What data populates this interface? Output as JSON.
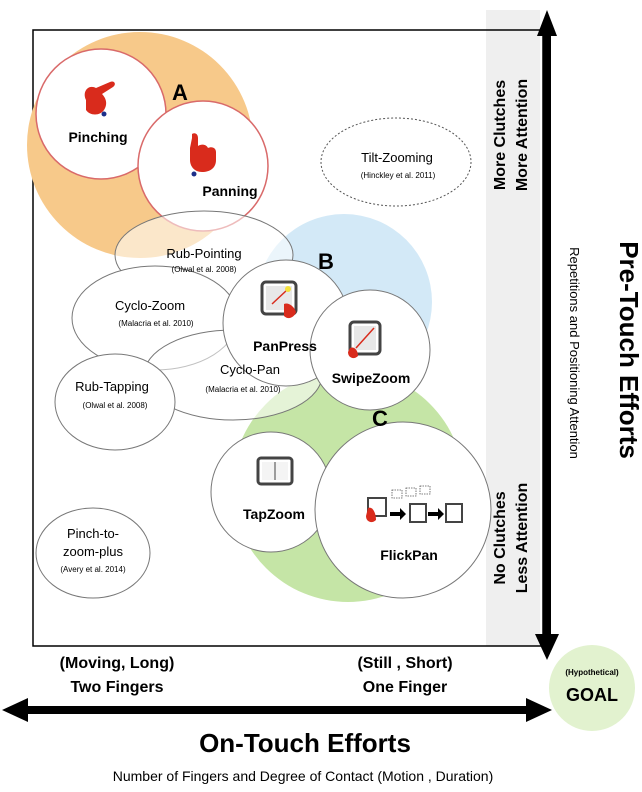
{
  "regions": {
    "A": "A",
    "B": "B",
    "C": "C"
  },
  "techniques": {
    "pinching": "Pinching",
    "panning": "Panning",
    "tilt_zooming": {
      "name": "Tilt-Zooming",
      "cite": "(Hinckley et al. 2011)"
    },
    "rub_pointing": {
      "name": "Rub-Pointing",
      "cite": "(Olwal et al. 2008)"
    },
    "cyclo_zoom": {
      "name": "Cyclo-Zoom",
      "cite": "(Malacria et al. 2010)"
    },
    "panpress": "PanPress",
    "swipezoom": "SwipeZoom",
    "cyclo_pan": {
      "name": "Cyclo-Pan",
      "cite": "(Malacria et al. 2010)"
    },
    "rub_tapping": {
      "name": "Rub-Tapping",
      "cite": "(Olwal  et al. 2008)"
    },
    "tapzoom": "TapZoom",
    "flickpan": "FlickPan",
    "pinch_to_zoom_plus": {
      "line1": "Pinch-to-",
      "line2": "zoom-plus",
      "cite": "(Avery et al. 2014)"
    }
  },
  "side_labels": {
    "top_line1": "More Clutches",
    "top_line2": "More Attention",
    "bottom_line1": "No Clutches",
    "bottom_line2": "Less Attention"
  },
  "axes": {
    "y_title": "Pre-Touch Efforts",
    "y_subtitle": "Repetitions and Positioning Attention",
    "x_title": "On-Touch Efforts",
    "x_subtitle": "Number of Fingers and Degree of Contact (Motion , Duration)",
    "x_left_line1": "(Moving, Long)",
    "x_left_line2": "Two Fingers",
    "x_right_line1": "(Still , Short)",
    "x_right_line2": "One Finger"
  },
  "goal": {
    "note": "(Hypothetical)",
    "label": "GOAL"
  },
  "colors": {
    "region_a": "#f7c98a",
    "region_b": "#d3e9f7",
    "region_c": "#c5e5a6",
    "goal": "#e2f2cf",
    "panel": "#efefef",
    "hand": "#d92b1c"
  },
  "icons": [
    "hand-pinch-icon",
    "hand-pan-icon",
    "watch-panpress-icon",
    "watch-swipezoom-icon",
    "watch-tapzoom-icon",
    "watch-flickpan-icon"
  ]
}
